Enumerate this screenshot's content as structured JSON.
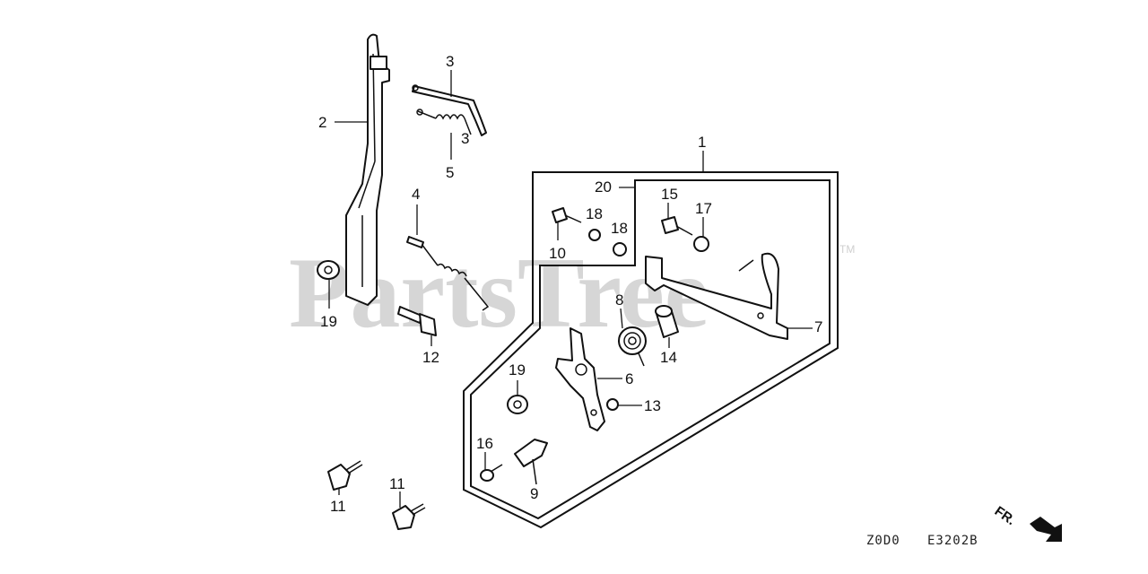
{
  "watermark": {
    "text": "PartsTree",
    "trademark": "TM"
  },
  "callouts": {
    "p1": "1",
    "p2": "2",
    "p3": "3",
    "p3b": "3",
    "p4": "4",
    "p5": "5",
    "p6": "6",
    "p7": "7",
    "p8": "8",
    "p9": "9",
    "p10": "10",
    "p11a": "11",
    "p11b": "11",
    "p12": "12",
    "p13": "13",
    "p14": "14",
    "p15": "15",
    "p16": "16",
    "p17": "17",
    "p18a": "18",
    "p18b": "18",
    "p19a": "19",
    "p19b": "19",
    "p20": "20"
  },
  "direction": {
    "label": "FR."
  },
  "footer": {
    "code_left": "Z0D0",
    "code_right": "E3202B"
  }
}
